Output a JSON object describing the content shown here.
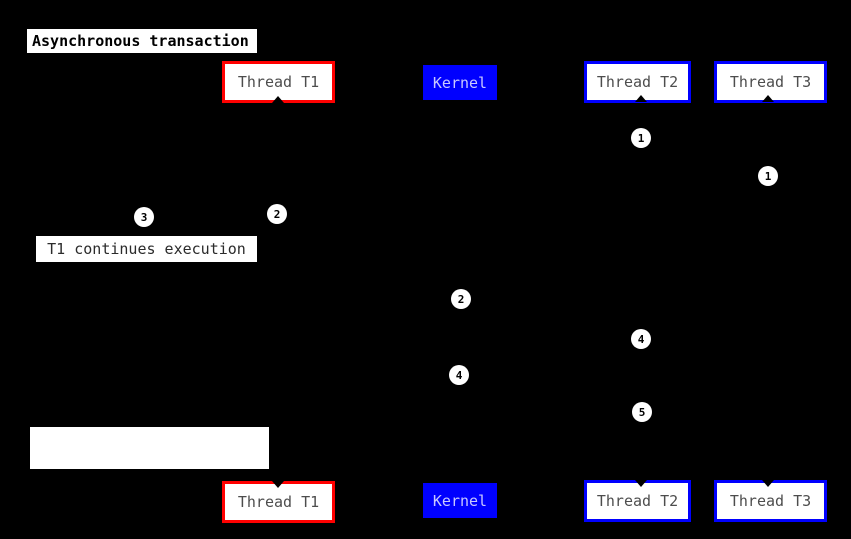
{
  "diagram": {
    "title": "Asynchronous transaction",
    "actors": {
      "t1": {
        "label": "Thread T1"
      },
      "kernel": {
        "label": "Kernel"
      },
      "t2": {
        "label": "Thread T2"
      },
      "t3": {
        "label": "Thread T3"
      }
    },
    "notes": {
      "t1_continues": "T1 continues execution",
      "bottom_empty": ""
    },
    "markers": [
      {
        "n": "1"
      },
      {
        "n": "1"
      },
      {
        "n": "2"
      },
      {
        "n": "3"
      },
      {
        "n": "2"
      },
      {
        "n": "4"
      },
      {
        "n": "4"
      },
      {
        "n": "5"
      }
    ],
    "colors": {
      "background": "#000000",
      "t1_border": "#ff0000",
      "kernel_fill": "#0000ff",
      "t2_t3_border": "#0000ff",
      "actor_text": "#4d4d4d",
      "kernel_text": "#c8c8ff",
      "marker_fill": "#ffffff",
      "marker_text": "#000000",
      "title_bg": "#ffffff",
      "title_text": "#000000"
    }
  }
}
